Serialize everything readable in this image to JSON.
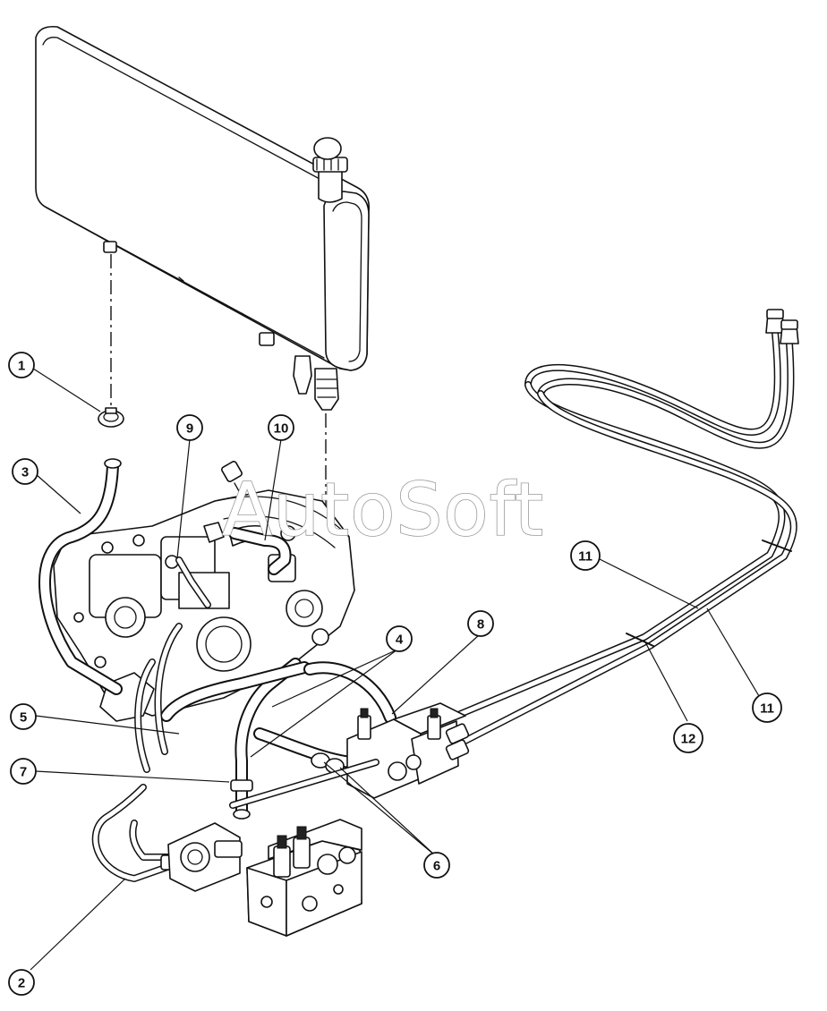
{
  "watermark": "AutoSoft",
  "callouts": {
    "c1": "1",
    "c2": "2",
    "c3": "3",
    "c4": "4",
    "c5": "5",
    "c6": "6",
    "c7": "7",
    "c8": "8",
    "c9": "9",
    "c10": "10",
    "c11a": "11",
    "c11b": "11",
    "c12": "12"
  }
}
